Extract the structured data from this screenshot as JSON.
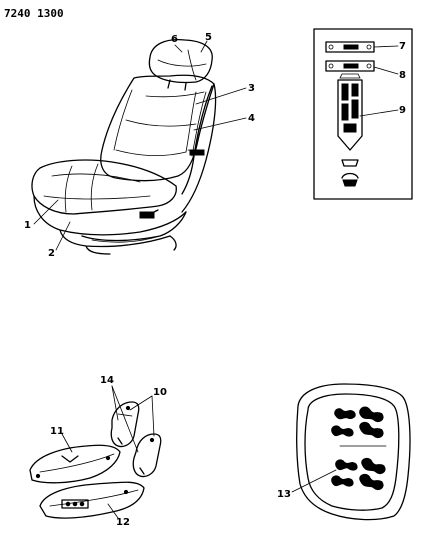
{
  "header": {
    "code": "7240 1300"
  },
  "callouts": {
    "c1": "1",
    "c2": "2",
    "c3": "3",
    "c4": "4",
    "c5": "5",
    "c6": "6",
    "c7": "7",
    "c8": "8",
    "c9": "9",
    "c10": "10",
    "c11": "11",
    "c12": "12",
    "c13": "13",
    "c14": "14"
  }
}
